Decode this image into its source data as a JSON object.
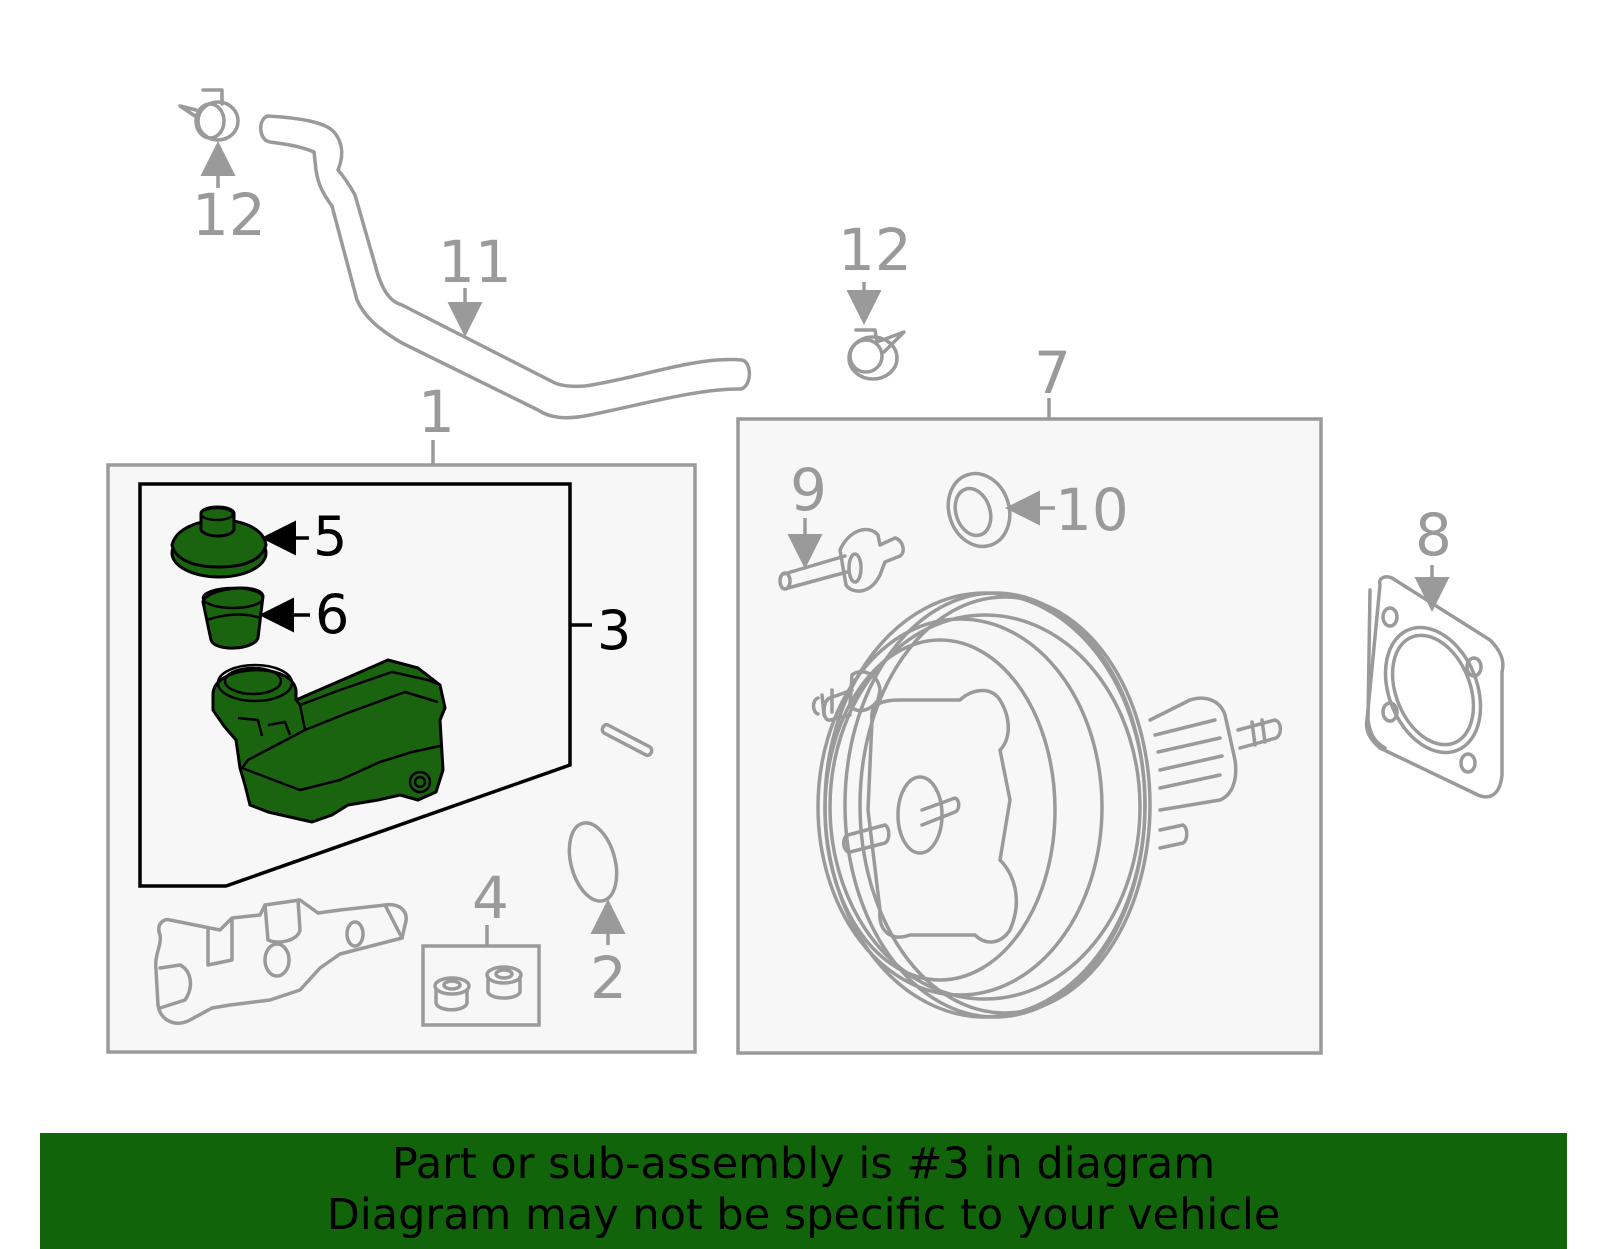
{
  "callouts": {
    "c1": "1",
    "c2": "2",
    "c3": "3",
    "c4": "4",
    "c5": "5",
    "c6": "6",
    "c7": "7",
    "c8": "8",
    "c9": "9",
    "c10": "10",
    "c11": "11",
    "c12_left": "12",
    "c12_right": "12"
  },
  "highlight_color": "#1a6410",
  "banner": {
    "line1": "Part or sub-assembly is #3 in diagram",
    "line2": "Diagram may not be specific to your vehicle"
  }
}
